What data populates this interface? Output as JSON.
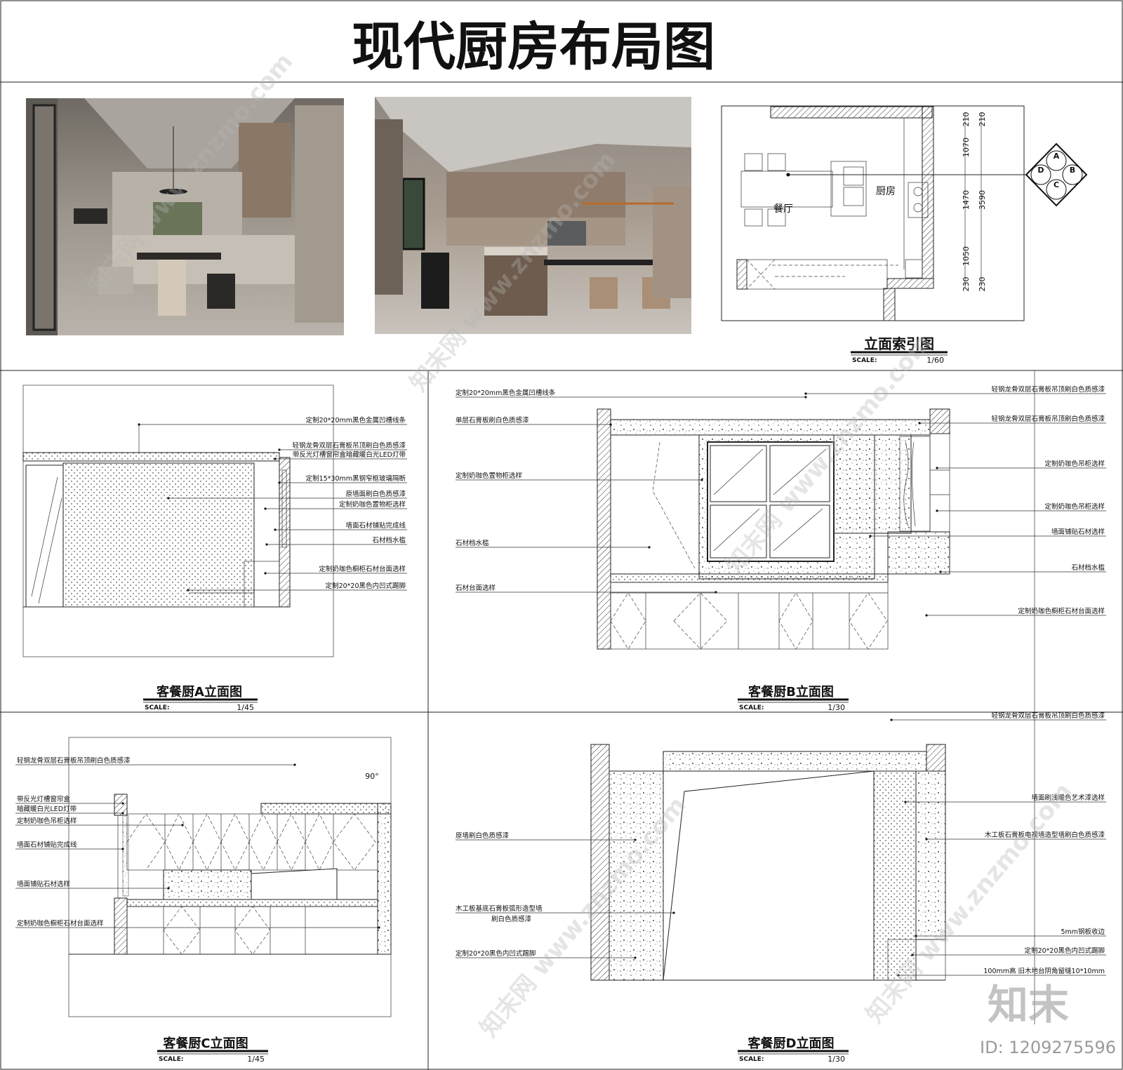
{
  "sheet": {
    "title": "现代厨房布局图",
    "id_label": "ID: 1209275596",
    "watermark_text": "知末网 www.znzmo.com",
    "logo_text": "知末"
  },
  "plan": {
    "title": "立面索引图",
    "scale_label": "SCALE:",
    "scale": "1/60",
    "rooms": {
      "dining": "餐厅",
      "kitchen": "厨房"
    },
    "dimensions": [
      "210",
      "1070",
      "1470",
      "1050",
      "230",
      "210",
      "3590",
      "230"
    ],
    "index_letters": [
      "A",
      "B",
      "C",
      "D"
    ]
  },
  "elevation_a": {
    "title": "客餐厨A立面图",
    "scale_label": "SCALE:",
    "scale": "1/45",
    "annotations": [
      "定制20*20mm黑色金属凹槽线条",
      "轻钢龙骨双层石膏板吊顶刷白色质感漆",
      "带反光灯槽窗帘盒暗藏暖白光LED灯带",
      "定制15*30mm黑钢窄框玻璃隔断",
      "原墙面刷白色质感漆",
      "定制奶咖色置物柜选样",
      "墙面石材铺贴完成线",
      "石材档水槛",
      "定制奶咖色橱柜石材台面选样",
      "定制20*20黑色内凹式踢脚"
    ]
  },
  "elevation_b": {
    "title": "客餐厨B立面图",
    "scale_label": "SCALE:",
    "scale": "1/30",
    "annotations_left": [
      "定制20*20mm黑色金属凹槽线条",
      "单层石膏板刷白色质感漆",
      "定制奶咖色置物柜选样",
      "石材档水槛",
      "石材台面选样"
    ],
    "annotations_right": [
      "轻钢龙骨双层石膏板吊顶刷白色质感漆",
      "轻钢龙骨双层石膏板吊顶刷白色质感漆",
      "定制奶咖色吊柜选样",
      "定制奶咖色吊柜选样",
      "墙面铺贴石材选样",
      "石材档水槛",
      "定制奶咖色橱柜石材台面选样"
    ]
  },
  "elevation_c": {
    "title": "客餐厨C立面图",
    "scale_label": "SCALE:",
    "scale": "1/45",
    "angle_label": "90°",
    "annotations": [
      "轻钢龙骨双层石膏板吊顶刷白色质感漆",
      "带反光灯槽窗帘盒",
      "暗藏暖白光LED灯带",
      "定制奶咖色吊柜选样",
      "墙面石材铺贴完成线",
      "墙面铺贴石材选样",
      "定制奶咖色橱柜石材台面选样"
    ]
  },
  "elevation_d": {
    "title": "客餐厨D立面图",
    "scale_label": "SCALE:",
    "scale": "1/30",
    "annotations_left": [
      "原墙刷白色质感漆",
      "木工板基底石膏板弧形造型墙",
      "刷白色质感漆",
      "定制20*20黑色内凹式踢脚"
    ],
    "annotations_right": [
      "轻钢龙骨双层石膏板吊顶刷白色质感漆",
      "墙面刷浅暖色艺术漆选样",
      "木工板石膏板电视墙造型墙刷白色质感漆",
      "5mm钢板收边",
      "定制20*20黑色内凹式踢脚",
      "100mm高 旧木地台阴角留缝10*10mm"
    ]
  },
  "colors": {
    "line": "#222222",
    "photo_wall": "#8c857c",
    "photo_cabinet": "#9a8a7a"
  }
}
